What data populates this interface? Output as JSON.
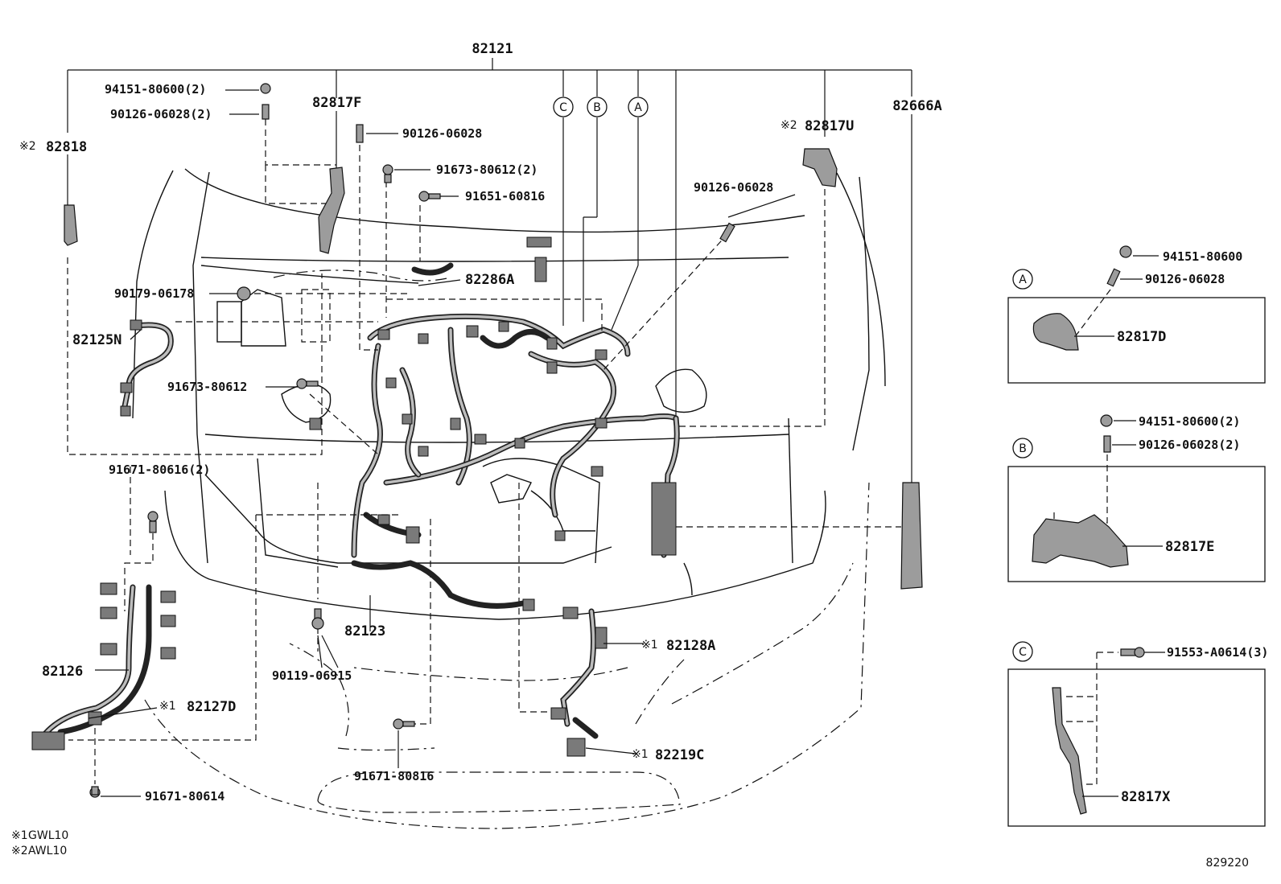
{
  "diagram_id": "829220",
  "notes": [
    {
      "mark": "※1",
      "text": "GWL10"
    },
    {
      "mark": "※2",
      "text": "AWL10"
    }
  ],
  "labels": {
    "p82121": "82121",
    "p82666A": "82666A",
    "p82818": "82818",
    "p82818_mark": "※2",
    "p82817F": "82817F",
    "p82817U": "82817U",
    "p82817U_mark": "※2",
    "p94151_80600_2": "94151-80600(2)",
    "p90126_06028_2": "90126-06028(2)",
    "p90126_06028_a": "90126-06028",
    "p91673_80612_2": "91673-80612(2)",
    "p91651_60816": "91651-60816",
    "p90126_06028_b": "90126-06028",
    "p82286A": "82286A",
    "p90179_06178": "90179-06178",
    "p82125N": "82125N",
    "p91673_80612": "91673-80612",
    "p91671_80616_2": "91671-80616(2)",
    "p82126": "82126",
    "p82127D": "82127D",
    "p82127D_mark": "※1",
    "p91671_80614": "91671-80614",
    "p82123": "82123",
    "p90119_06915": "90119-06915",
    "p91671_80816": "91671-80816",
    "p82128A": "82128A",
    "p82128A_mark": "※1",
    "p82219C": "82219C",
    "p82219C_mark": "※1"
  },
  "callouts": [
    "A",
    "B",
    "C"
  ],
  "insets": {
    "A": {
      "letter": "A",
      "nut": "94151-80600",
      "stud": "90126-06028",
      "part": "82817D"
    },
    "B": {
      "letter": "B",
      "nut": "94151-80600(2)",
      "stud": "90126-06028(2)",
      "part": "82817E"
    },
    "C": {
      "letter": "C",
      "bolt": "91553-A0614(3)",
      "part": "82817X"
    }
  }
}
